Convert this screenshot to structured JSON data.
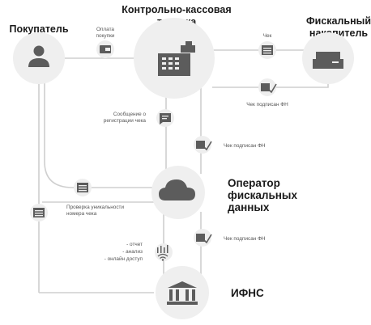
{
  "nodes": {
    "buyer": {
      "title": "Покупатель",
      "icon": "person-icon"
    },
    "cash_register": {
      "title_line1": "Контрольно-кассовая",
      "title_line2": "техника",
      "icon": "cash-register-icon"
    },
    "fiscal_drive": {
      "title_line1": "Фискальный",
      "title_line2": "накопитель",
      "icon": "printer-icon"
    },
    "ofd": {
      "title_line1": "Оператор",
      "title_line2": "фискальных",
      "title_line3": "данных",
      "icon": "cloud-icon"
    },
    "ifns": {
      "title": "ИФНС",
      "icon": "government-building-icon"
    }
  },
  "flows": {
    "payment": {
      "line1": "Оплата",
      "line2": "покупки",
      "icon": "wallet-icon"
    },
    "receipt": {
      "label": "Чек",
      "icon": "receipt-icon"
    },
    "signed_from_fn": {
      "label": "Чек подписан ФН",
      "icon": "signed-document-icon"
    },
    "registration_msg": {
      "line1": "Сообщение о",
      "line2": "регистрации чека",
      "icon": "message-icon"
    },
    "signed_to_ofd": {
      "label": "Чек подписан ФН",
      "icon": "signed-document-icon"
    },
    "uniqueness": {
      "line1": "Проверка уникальности",
      "line2": "номера чека",
      "icon": "receipt-icon"
    },
    "signed_to_ifns": {
      "label": "Чек подписан ФН",
      "icon": "signed-document-icon"
    },
    "ifns_services": {
      "items": [
        "- отчет",
        "- анализ",
        "- онлайн доступ"
      ],
      "icon": "analytics-wifi-icon"
    }
  },
  "colors": {
    "node_fill": "#efefef",
    "line": "#cfcfcf",
    "icon": "#5c5c5c",
    "text": "#1a1a1a",
    "label": "#555555"
  }
}
